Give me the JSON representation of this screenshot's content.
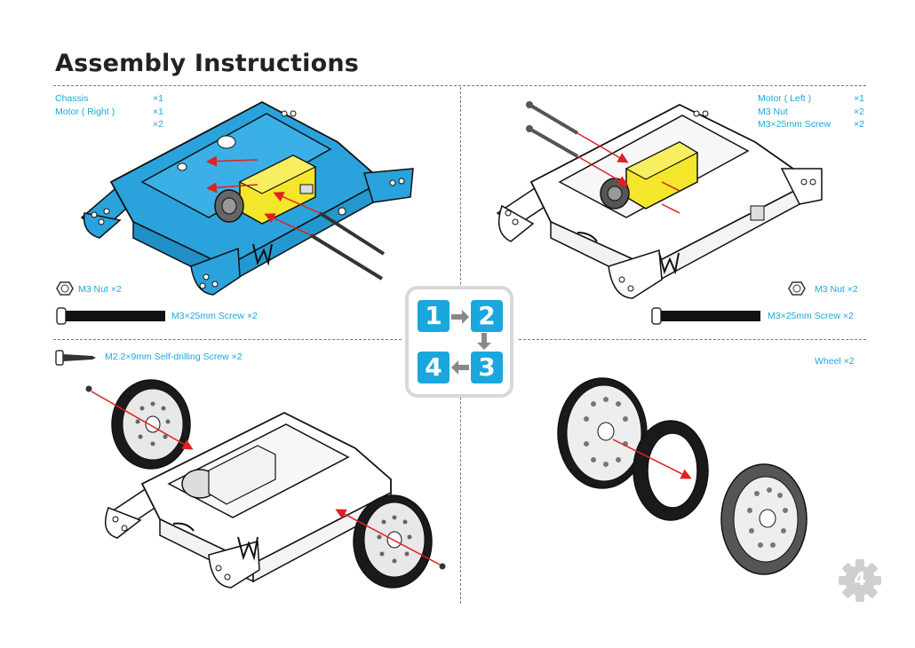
{
  "title": "Assembly  Instructions",
  "panel1": {
    "parts": [
      {
        "name": "Chassis",
        "qty": "×1"
      },
      {
        "name": "Motor ( Right )",
        "qty": "×1"
      },
      {
        "name": "",
        "qty": "×2"
      }
    ],
    "nut_label": "M3 Nut  ×2",
    "screw_label": "M3×25mm Screw  ×2"
  },
  "panel2": {
    "parts": [
      {
        "name": "Motor ( Left )",
        "qty": "×1"
      },
      {
        "name": "M3 Nut",
        "qty": "×2"
      },
      {
        "name": "M3×25mm Screw",
        "qty": "×2"
      }
    ],
    "nut_label": "M3 Nut  ×2",
    "screw_label": "M3×25mm Screw  ×2"
  },
  "panel3": {
    "screw_label": "M2.2×9mm Self-drilling Screw  ×2"
  },
  "panel4": {
    "wheel_label": "Wheel    ×2"
  },
  "steps": [
    "1",
    "2",
    "3",
    "4"
  ],
  "page_number": "4",
  "colors": {
    "accent": "#1aa7dd",
    "chassis_blue": "#2aa3dc",
    "motor_yellow": "#f4e62a",
    "arrow_red": "#e02020"
  }
}
